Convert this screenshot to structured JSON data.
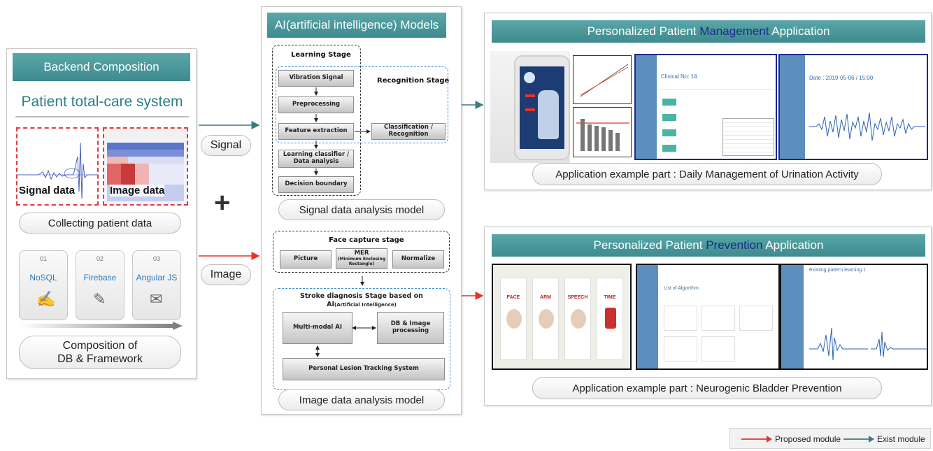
{
  "backend": {
    "title": "Backend Composition",
    "subtitle": "Patient total-care system",
    "signal_label": "Signal data",
    "image_label": "Image data",
    "collect_label": "Collecting patient data",
    "databases": [
      {
        "num": "01",
        "name": "NoSQL",
        "icon": "feather-pen-icon"
      },
      {
        "num": "02",
        "name": "Firebase",
        "icon": "document-edit-icon"
      },
      {
        "num": "03",
        "name": "Angular JS",
        "icon": "envelope-icon"
      }
    ],
    "composition_label_1": "Composition of",
    "composition_label_2": "DB & Framework"
  },
  "connectors": {
    "signal_label": "Signal",
    "image_label": "Image",
    "plus": "+"
  },
  "ai": {
    "title": "AI(artificial intelligence) Models",
    "learning_stage": "Learning Stage",
    "recognition_stage": "Recognition Stage",
    "steps": {
      "vibration": "Vibration Signal",
      "preprocessing": "Preprocessing",
      "feature": "Feature extraction",
      "classification": "Classification / Recognition",
      "learning_classifier_1": "Learning classifier /",
      "learning_classifier_2": "Data analysis",
      "decision": "Decision boundary"
    },
    "signal_model_label": "Signal data analysis model",
    "face_stage": "Face capture stage",
    "picture": "Picture",
    "mer_title": "MER",
    "mer_sub_1": "(Minimum Enclosing",
    "mer_sub_2": "Rectangle)",
    "normalize": "Normalize",
    "stroke_title_1": "Stroke diagnosis Stage based on",
    "stroke_title_2": "AI",
    "stroke_title_3": "(Artificial Intelligence)",
    "multimodal": "Multi-modal AI",
    "db_image_1": "DB & Image",
    "db_image_2": "processing",
    "tracking": "Personal Lesion Tracking System",
    "image_model_label": "Image data analysis model"
  },
  "management": {
    "title_pre": "Personalized Patient ",
    "title_hl": "Management",
    "title_post": " Application",
    "example": "Application example part : Daily Management  of Urination Activity",
    "clinical_no": "Clinical No: 14",
    "date": "Date : 2019-05-06 / 15:00"
  },
  "prevention": {
    "title_pre": "Personalized Patient ",
    "title_hl": "Prevention",
    "title_post": " Application",
    "example": "Application example part : Neurogenic Bladder Prevention",
    "fast": [
      "FACE",
      "ARM",
      "SPEECH",
      "TIME"
    ],
    "list_title": "List of Algorithm",
    "pattern_title": "Existing pattern learning 1"
  },
  "legend": {
    "proposed": "Proposed module",
    "exist": "Exist module"
  },
  "colors": {
    "teal": "#3e8b8f",
    "proposed": "#e8322b",
    "exist": "#3d7b80",
    "highlight_text": "#1b2a8a"
  }
}
